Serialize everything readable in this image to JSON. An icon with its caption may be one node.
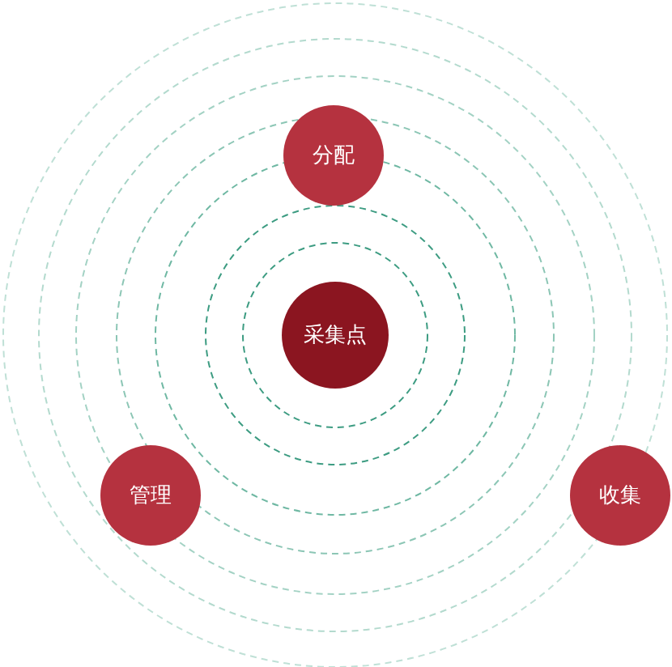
{
  "diagram": {
    "nodes": [
      {
        "text": [
          "分配"
        ]
      },
      {
        "text": [
          "采集点"
        ]
      },
      {
        "text": [
          "管理"
        ]
      },
      {
        "text": [
          "收集"
        ]
      }
    ],
    "edges": []
  }
}
